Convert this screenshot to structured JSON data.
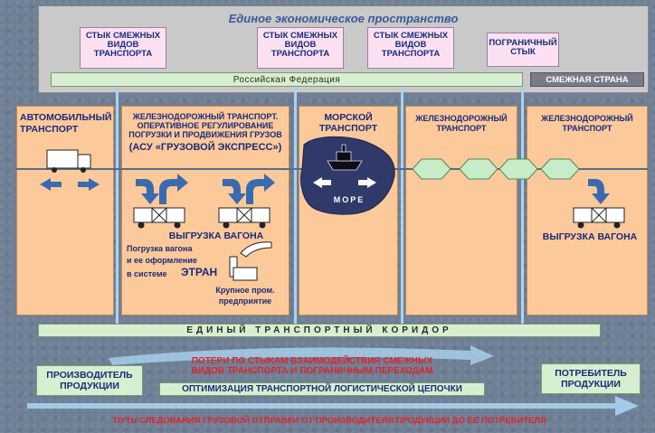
{
  "header": {
    "title": "Единое экономическое пространство"
  },
  "junctions": [
    {
      "label": "Стык смежных видов транспорта"
    },
    {
      "label": "Стык смежных видов транспорта"
    },
    {
      "label": "Стык смежных видов транспорта"
    },
    {
      "label": "Пограничный стык"
    }
  ],
  "federation_bar": "Российская Федерация",
  "adjacent_country": "Смежная страна",
  "panels": {
    "auto": "Автомобильный транспорт",
    "rail_ru": "Железнодорожный транспорт. Оперативное регулирование погрузки и продвижения грузов",
    "rail_ru_system": "(АСУ «Грузовой экспресс»)",
    "sea": "Морской транспорт",
    "sea_label": "МОРЕ",
    "rail_mid": "Железнодорожный транспорт",
    "rail_adj": "Железнодорожный транспорт"
  },
  "unloading_1": "Выгрузка вагона",
  "unloading_2": "Выгрузка вагона",
  "loading_text_1": "Погрузка вагона",
  "loading_text_2": "и ее оформление",
  "loading_text_3": "в системе",
  "etran": "ЭТРАН",
  "enterprise_1": "Крупное пром.",
  "enterprise_2": "предприятие",
  "corridor": "Единый транспортный коридор",
  "producer": "Производитель продукции",
  "consumer": "Потребитель продукции",
  "losses_1": "Потери по стыкам взаимодействия смежных",
  "losses_2": "видов транспорта и пограничным переходам",
  "optimization": "Оптимизация транспортной логистической цепочки",
  "path": "Путь следования грузовой отправки от производителя продукции до ее потребителя",
  "colors": {
    "accent_blue": "#1a2a7a",
    "panel_orange": "#fcc99a",
    "light_green": "#d8eed0",
    "red": "#e0242a"
  }
}
